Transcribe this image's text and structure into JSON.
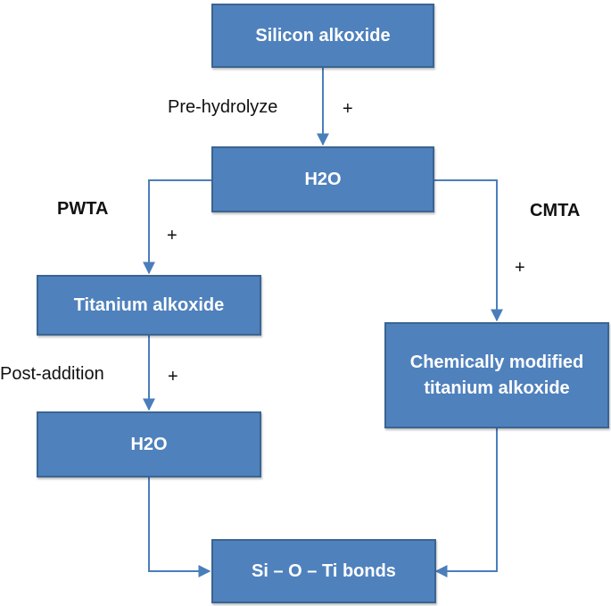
{
  "colors": {
    "box_fill": "#4f81bd",
    "box_border": "#3a6591",
    "connector": "#4a7ebb",
    "text": "#111111"
  },
  "nodes": {
    "silicon_alkoxide": "Silicon alkoxide",
    "h2o_top": "H2O",
    "titanium_alkoxide": "Titanium alkoxide",
    "h2o_bottom": "H2O",
    "chem_modified": "Chemically modified titanium alkoxide",
    "si_o_ti": "Si – O – Ti bonds"
  },
  "labels": {
    "pre_hydrolyze": "Pre-hydrolyze",
    "plus_top": "+",
    "pwta": "PWTA",
    "plus_left": "+",
    "cmta": "CMTA",
    "plus_right": "+",
    "post_addition": "Post-addition",
    "plus_mid": "+"
  }
}
